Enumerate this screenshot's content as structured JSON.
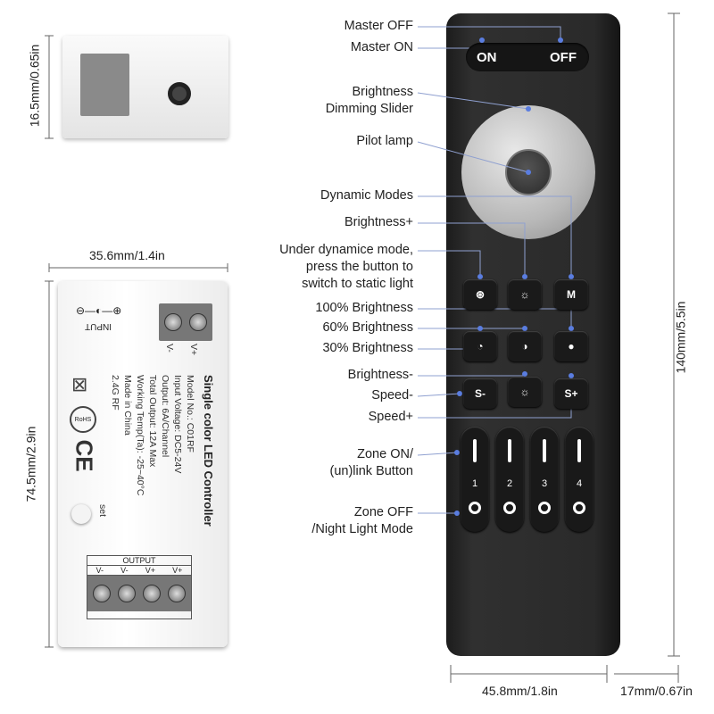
{
  "dimensions": {
    "side_height": "16.5mm/0.65in",
    "width": "35.6mm/1.4in",
    "length": "74.5mm/2.9in",
    "remote_width": "45.8mm/1.8in",
    "remote_depth": "17mm/0.67in",
    "remote_length": "140mm/5.5in"
  },
  "controller": {
    "title": "Single color LED Controller",
    "specs": [
      "Model No.: C01RF",
      "Input Voltage: DC5-24V",
      "Output: 6A/Channel",
      "Total Output: 12A Max",
      "Working Temp(Ta): -25~40°C",
      "Made in China",
      "2.4G RF"
    ],
    "input_label": "INPUT",
    "input_terminals": [
      "V-",
      "V+"
    ],
    "set_label": "set",
    "rohs": "RoHS",
    "ce": "CE",
    "output_label": "OUTPUT",
    "output_terminals": [
      "V-",
      "V-",
      "V+",
      "V+"
    ]
  },
  "remote": {
    "on": "ON",
    "off": "OFF",
    "speed_minus": "S-",
    "speed_plus": "S+",
    "mode": "M",
    "zones": [
      "1",
      "2",
      "3",
      "4"
    ]
  },
  "callouts": [
    {
      "lines": [
        "Master OFF"
      ]
    },
    {
      "lines": [
        "Master ON"
      ]
    },
    {
      "lines": [
        "Brightness",
        "Dimming Slider"
      ]
    },
    {
      "lines": [
        "Pilot lamp"
      ]
    },
    {
      "lines": [
        "Dynamic Modes"
      ]
    },
    {
      "lines": [
        "Brightness+"
      ]
    },
    {
      "lines": [
        "Under dynamice mode,",
        "press the button to",
        "switch to static light"
      ]
    },
    {
      "lines": [
        "100% Brightness"
      ]
    },
    {
      "lines": [
        "60% Brightness"
      ]
    },
    {
      "lines": [
        "30% Brightness"
      ]
    },
    {
      "lines": [
        "Brightness-"
      ]
    },
    {
      "lines": [
        "Speed-"
      ]
    },
    {
      "lines": [
        "Speed+"
      ]
    },
    {
      "lines": [
        "Zone ON/",
        "(un)link Button"
      ]
    },
    {
      "lines": [
        "Zone OFF",
        "/Night Light Mode"
      ]
    }
  ],
  "colors": {
    "leader_line": "#8fa0d0",
    "leader_dot": "#5a7de0",
    "remote": "#2a2a2a"
  }
}
